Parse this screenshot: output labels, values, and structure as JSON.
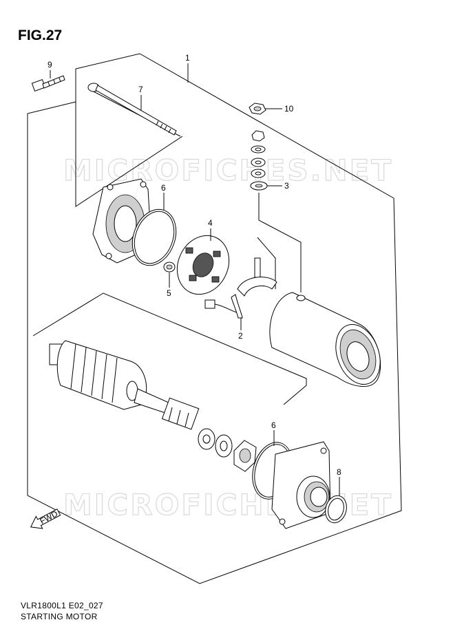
{
  "figure": {
    "title": "FIG.27",
    "code": "VLR1800L1 E02_027",
    "name": "STARTING MOTOR"
  },
  "watermark": "MICROFICHES.NET",
  "callouts": [
    {
      "id": "c1",
      "label": "1"
    },
    {
      "id": "c2",
      "label": "2"
    },
    {
      "id": "c3",
      "label": "3"
    },
    {
      "id": "c4",
      "label": "4"
    },
    {
      "id": "c5",
      "label": "5"
    },
    {
      "id": "c6a",
      "label": "6"
    },
    {
      "id": "c6b",
      "label": "6"
    },
    {
      "id": "c7",
      "label": "7"
    },
    {
      "id": "c8",
      "label": "8"
    },
    {
      "id": "c9",
      "label": "9"
    },
    {
      "id": "c10",
      "label": "10"
    }
  ],
  "fwd_label": "FWD"
}
